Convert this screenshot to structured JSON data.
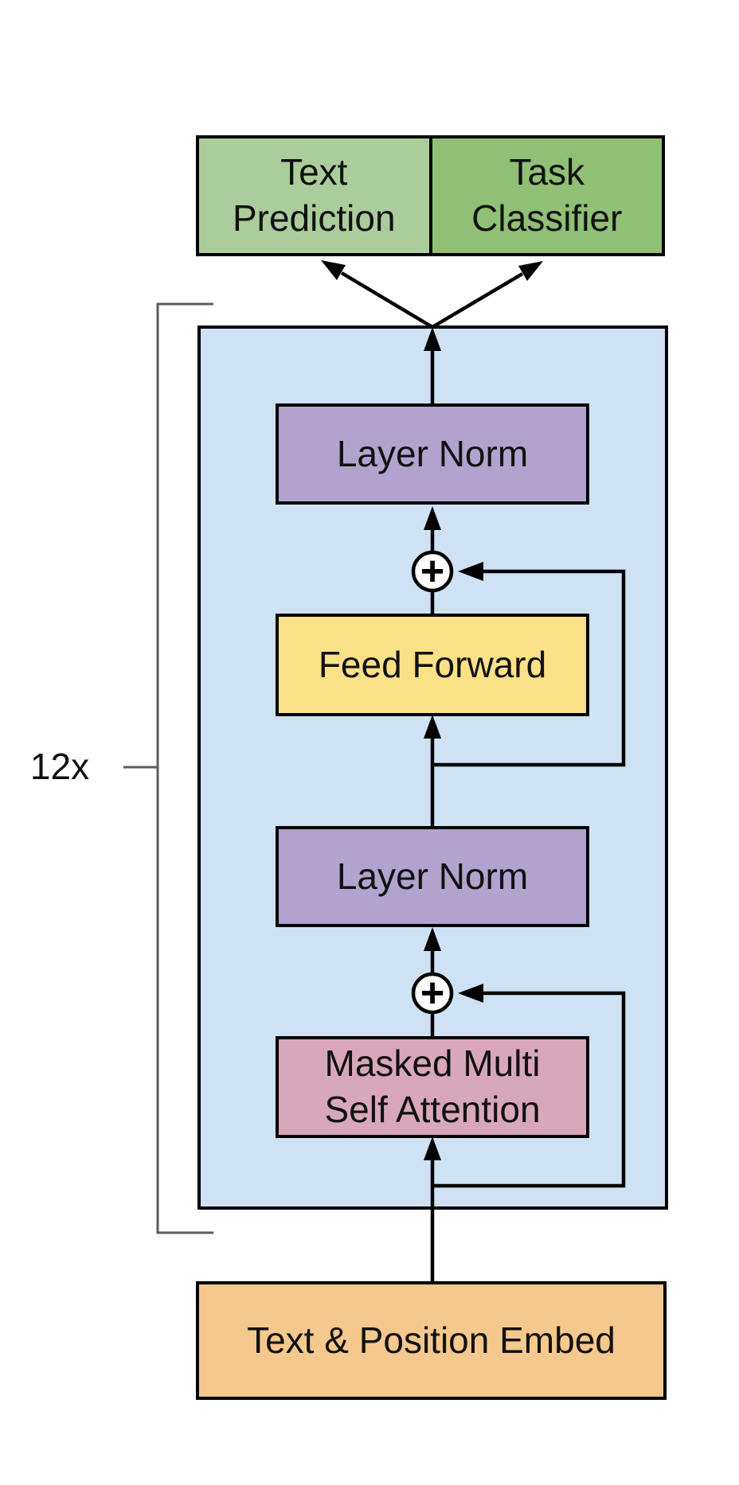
{
  "diagram": {
    "repeat_label": "12x",
    "add_symbol": "+",
    "heads": {
      "text_prediction": {
        "line1": "Text",
        "line2": "Prediction"
      },
      "task_classifier": {
        "line1": "Task",
        "line2": "Classifier"
      }
    },
    "transformer_block": {
      "layer_norm_top": "Layer Norm",
      "feed_forward": "Feed Forward",
      "layer_norm_bottom": "Layer Norm",
      "masked_attention": {
        "line1": "Masked Multi",
        "line2": "Self Attention"
      }
    },
    "input": {
      "embed": "Text & Position Embed"
    },
    "colors": {
      "canvas_background": "#ffffff",
      "head_text_prediction": "#abcd9c",
      "head_task_classifier": "#90bf76",
      "block_background": "#cfe2f4",
      "layer_norm": "#b1a3ce",
      "feed_forward": "#fae187",
      "masked_attention": "#d9a7bb",
      "embed": "#f5c88d",
      "line": "#000000",
      "bracket": "#5c5c5c"
    }
  }
}
